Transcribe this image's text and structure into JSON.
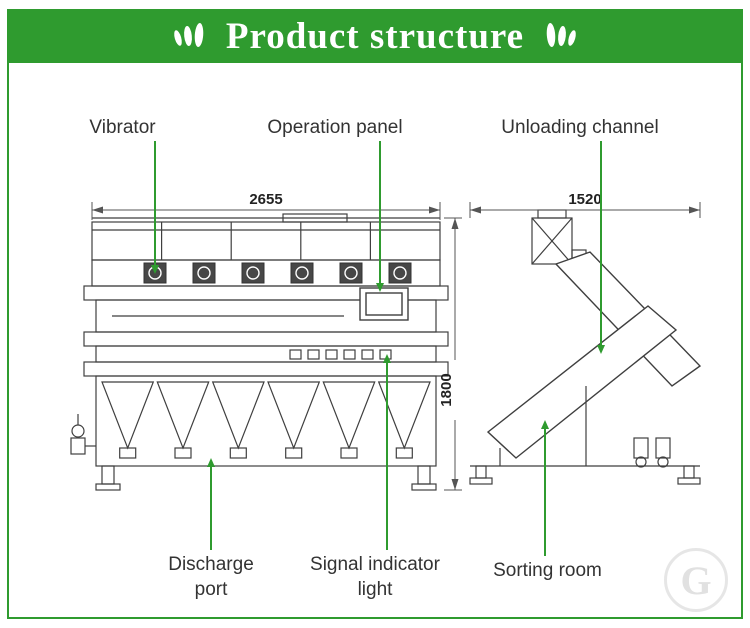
{
  "header": {
    "title": "Product structure"
  },
  "labels": {
    "vibrator": "Vibrator",
    "operation_panel": "Operation panel",
    "unloading_channel": "Unloading channel",
    "discharge_port": "Discharge port",
    "signal_indicator_light": "Signal indicator light",
    "sorting_room": "Sorting room"
  },
  "dimensions": {
    "front_width": "2655",
    "side_width": "1520",
    "height": "1800"
  },
  "watermark": {
    "letter": "G"
  },
  "colors": {
    "accent_green": "#2f9b2f",
    "line_dark": "#3f3f3f"
  }
}
